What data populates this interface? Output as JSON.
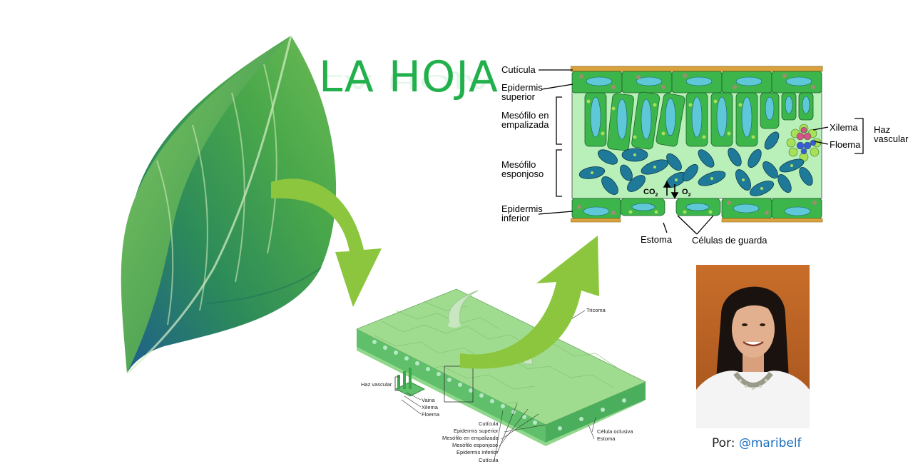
{
  "title": "LA HOJA",
  "cross_section_labels": {
    "cuticula": "Cutícula",
    "epidermis_superior": [
      "Epidermis",
      "superior"
    ],
    "mesofilo_empalizada": [
      "Mesófilo en",
      "empalizada"
    ],
    "mesofilo_esponjoso": [
      "Mesófilo",
      "esponjoso"
    ],
    "epidermis_inferior": [
      "Epidermis",
      "inferior"
    ],
    "estoma": "Estoma",
    "celulas_guarda": "Células de guarda",
    "xilema": "Xilema",
    "floema": "Floema",
    "haz_vascular": [
      "Haz",
      "vascular"
    ],
    "co2": "CO",
    "co2_sub": "2",
    "o2": "O",
    "o2_sub": "2"
  },
  "block_labels": {
    "tricoma": "Tricoma",
    "haz_vascular": "Haz vascular",
    "vaina": "Vaina",
    "xilema": "Xilema",
    "floema": "Floema",
    "layers": [
      "Cutícula",
      "Epidermis superior",
      "Mesófilo en empalizada",
      "Mesófilo esponjoso",
      "Epidermis inferior",
      "Cutícula"
    ],
    "celula_oclusiva": "Célula oclusiva",
    "estoma": "Estoma"
  },
  "credit": {
    "prefix": "Por: ",
    "handle": "@maribelf"
  },
  "colors": {
    "title_green": "#22b04c",
    "arrow_green": "#8cc63f",
    "cell_green": "#3cb54a",
    "mesophyll_bg": "#b9f0b9",
    "cuticle": "#d9a23c",
    "chloroplast_teal": "#5ec8d8"
  },
  "icons": [
    "leaf-icon",
    "curved-arrow-down-icon",
    "curved-arrow-up-icon"
  ]
}
